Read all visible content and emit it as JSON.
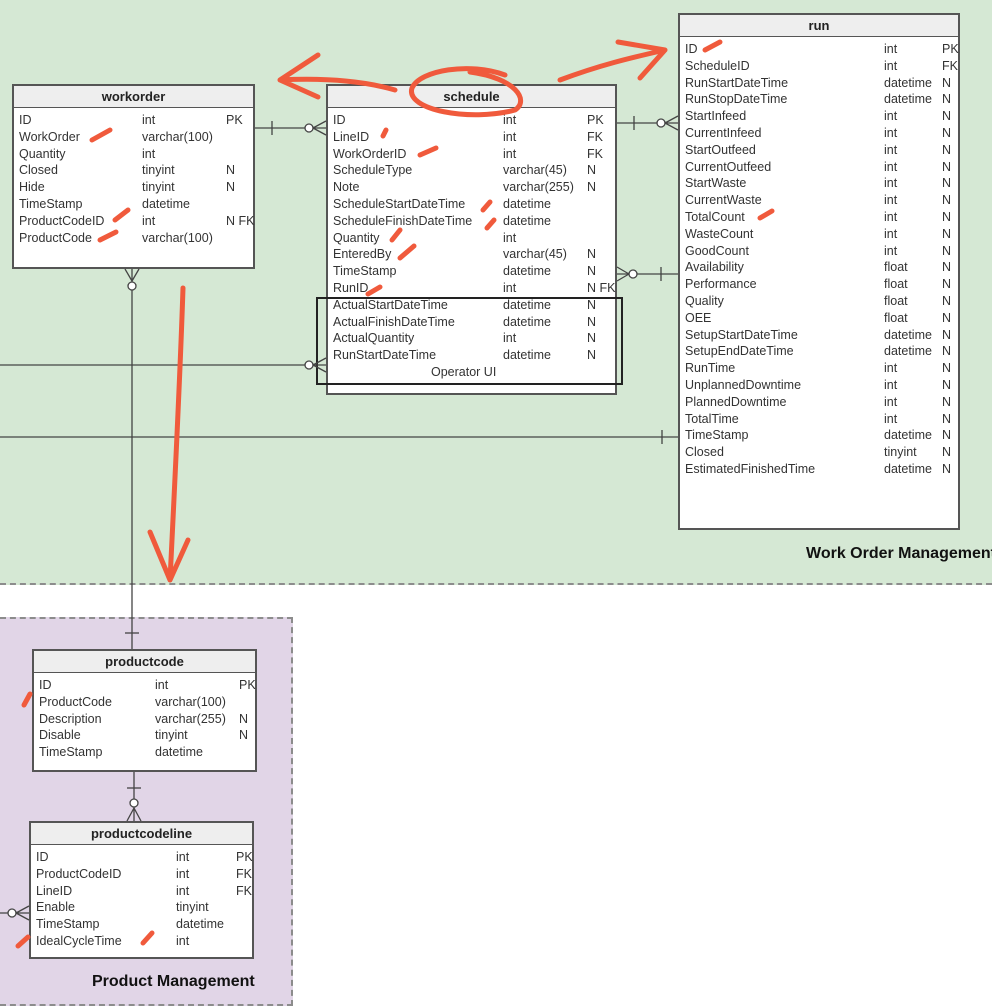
{
  "zones": {
    "work_order": "Work Order Management",
    "product": "Product Management"
  },
  "operator_ui_label": "Operator UI",
  "entities": {
    "workorder": {
      "title": "workorder",
      "rows": [
        [
          "ID",
          "int",
          "PK"
        ],
        [
          "WorkOrder",
          "varchar(100)",
          ""
        ],
        [
          "Quantity",
          "int",
          ""
        ],
        [
          "Closed",
          "tinyint",
          "N"
        ],
        [
          "Hide",
          "tinyint",
          "N"
        ],
        [
          "TimeStamp",
          "datetime",
          ""
        ],
        [
          "ProductCodeID",
          "int",
          "N FK"
        ],
        [
          "ProductCode",
          "varchar(100)",
          ""
        ]
      ]
    },
    "schedule": {
      "title": "schedule",
      "rows": [
        [
          "ID",
          "int",
          "PK"
        ],
        [
          "LineID",
          "int",
          "FK"
        ],
        [
          "WorkOrderID",
          "int",
          "FK"
        ],
        [
          "ScheduleType",
          "varchar(45)",
          "N"
        ],
        [
          "Note",
          "varchar(255)",
          "N"
        ],
        [
          "ScheduleStartDateTime",
          "datetime",
          ""
        ],
        [
          "ScheduleFinishDateTime",
          "datetime",
          ""
        ],
        [
          "Quantity",
          "int",
          ""
        ],
        [
          "EnteredBy",
          "varchar(45)",
          "N"
        ],
        [
          "TimeStamp",
          "datetime",
          "N"
        ],
        [
          "RunID",
          "int",
          "N FK"
        ],
        [
          "ActualStartDateTime",
          "datetime",
          "N"
        ],
        [
          "ActualFinishDateTime",
          "datetime",
          "N"
        ],
        [
          "ActualQuantity",
          "int",
          "N"
        ],
        [
          "RunStartDateTime",
          "datetime",
          "N"
        ]
      ]
    },
    "run": {
      "title": "run",
      "rows": [
        [
          "ID",
          "int",
          "PK"
        ],
        [
          "ScheduleID",
          "int",
          "FK"
        ],
        [
          "RunStartDateTime",
          "datetime",
          "N"
        ],
        [
          "RunStopDateTime",
          "datetime",
          "N"
        ],
        [
          "StartInfeed",
          "int",
          "N"
        ],
        [
          "CurrentInfeed",
          "int",
          "N"
        ],
        [
          "StartOutfeed",
          "int",
          "N"
        ],
        [
          "CurrentOutfeed",
          "int",
          "N"
        ],
        [
          "StartWaste",
          "int",
          "N"
        ],
        [
          "CurrentWaste",
          "int",
          "N"
        ],
        [
          "TotalCount",
          "int",
          "N"
        ],
        [
          "WasteCount",
          "int",
          "N"
        ],
        [
          "GoodCount",
          "int",
          "N"
        ],
        [
          "Availability",
          "float",
          "N"
        ],
        [
          "Performance",
          "float",
          "N"
        ],
        [
          "Quality",
          "float",
          "N"
        ],
        [
          "OEE",
          "float",
          "N"
        ],
        [
          "SetupStartDateTime",
          "datetime",
          "N"
        ],
        [
          "SetupEndDateTime",
          "datetime",
          "N"
        ],
        [
          "RunTime",
          "int",
          "N"
        ],
        [
          "UnplannedDowntime",
          "int",
          "N"
        ],
        [
          "PlannedDowntime",
          "int",
          "N"
        ],
        [
          "TotalTime",
          "int",
          "N"
        ],
        [
          "TimeStamp",
          "datetime",
          "N"
        ],
        [
          "Closed",
          "tinyint",
          "N"
        ],
        [
          "EstimatedFinishedTime",
          "datetime",
          "N"
        ]
      ]
    },
    "productcode": {
      "title": "productcode",
      "rows": [
        [
          "ID",
          "int",
          "PK"
        ],
        [
          "ProductCode",
          "varchar(100)",
          ""
        ],
        [
          "Description",
          "varchar(255)",
          "N"
        ],
        [
          "Disable",
          "tinyint",
          "N"
        ],
        [
          "TimeStamp",
          "datetime",
          ""
        ]
      ]
    },
    "productcodeline": {
      "title": "productcodeline",
      "rows": [
        [
          "ID",
          "int",
          "PK"
        ],
        [
          "ProductCodeID",
          "int",
          "FK"
        ],
        [
          "LineID",
          "int",
          "FK"
        ],
        [
          "Enable",
          "tinyint",
          ""
        ],
        [
          "TimeStamp",
          "datetime",
          ""
        ],
        [
          "IdealCycleTime",
          "int",
          ""
        ]
      ]
    }
  },
  "colors": {
    "annotation": "#f05a3c",
    "zone_green": "#d5e8d4",
    "zone_purple": "#e1d5e7"
  }
}
